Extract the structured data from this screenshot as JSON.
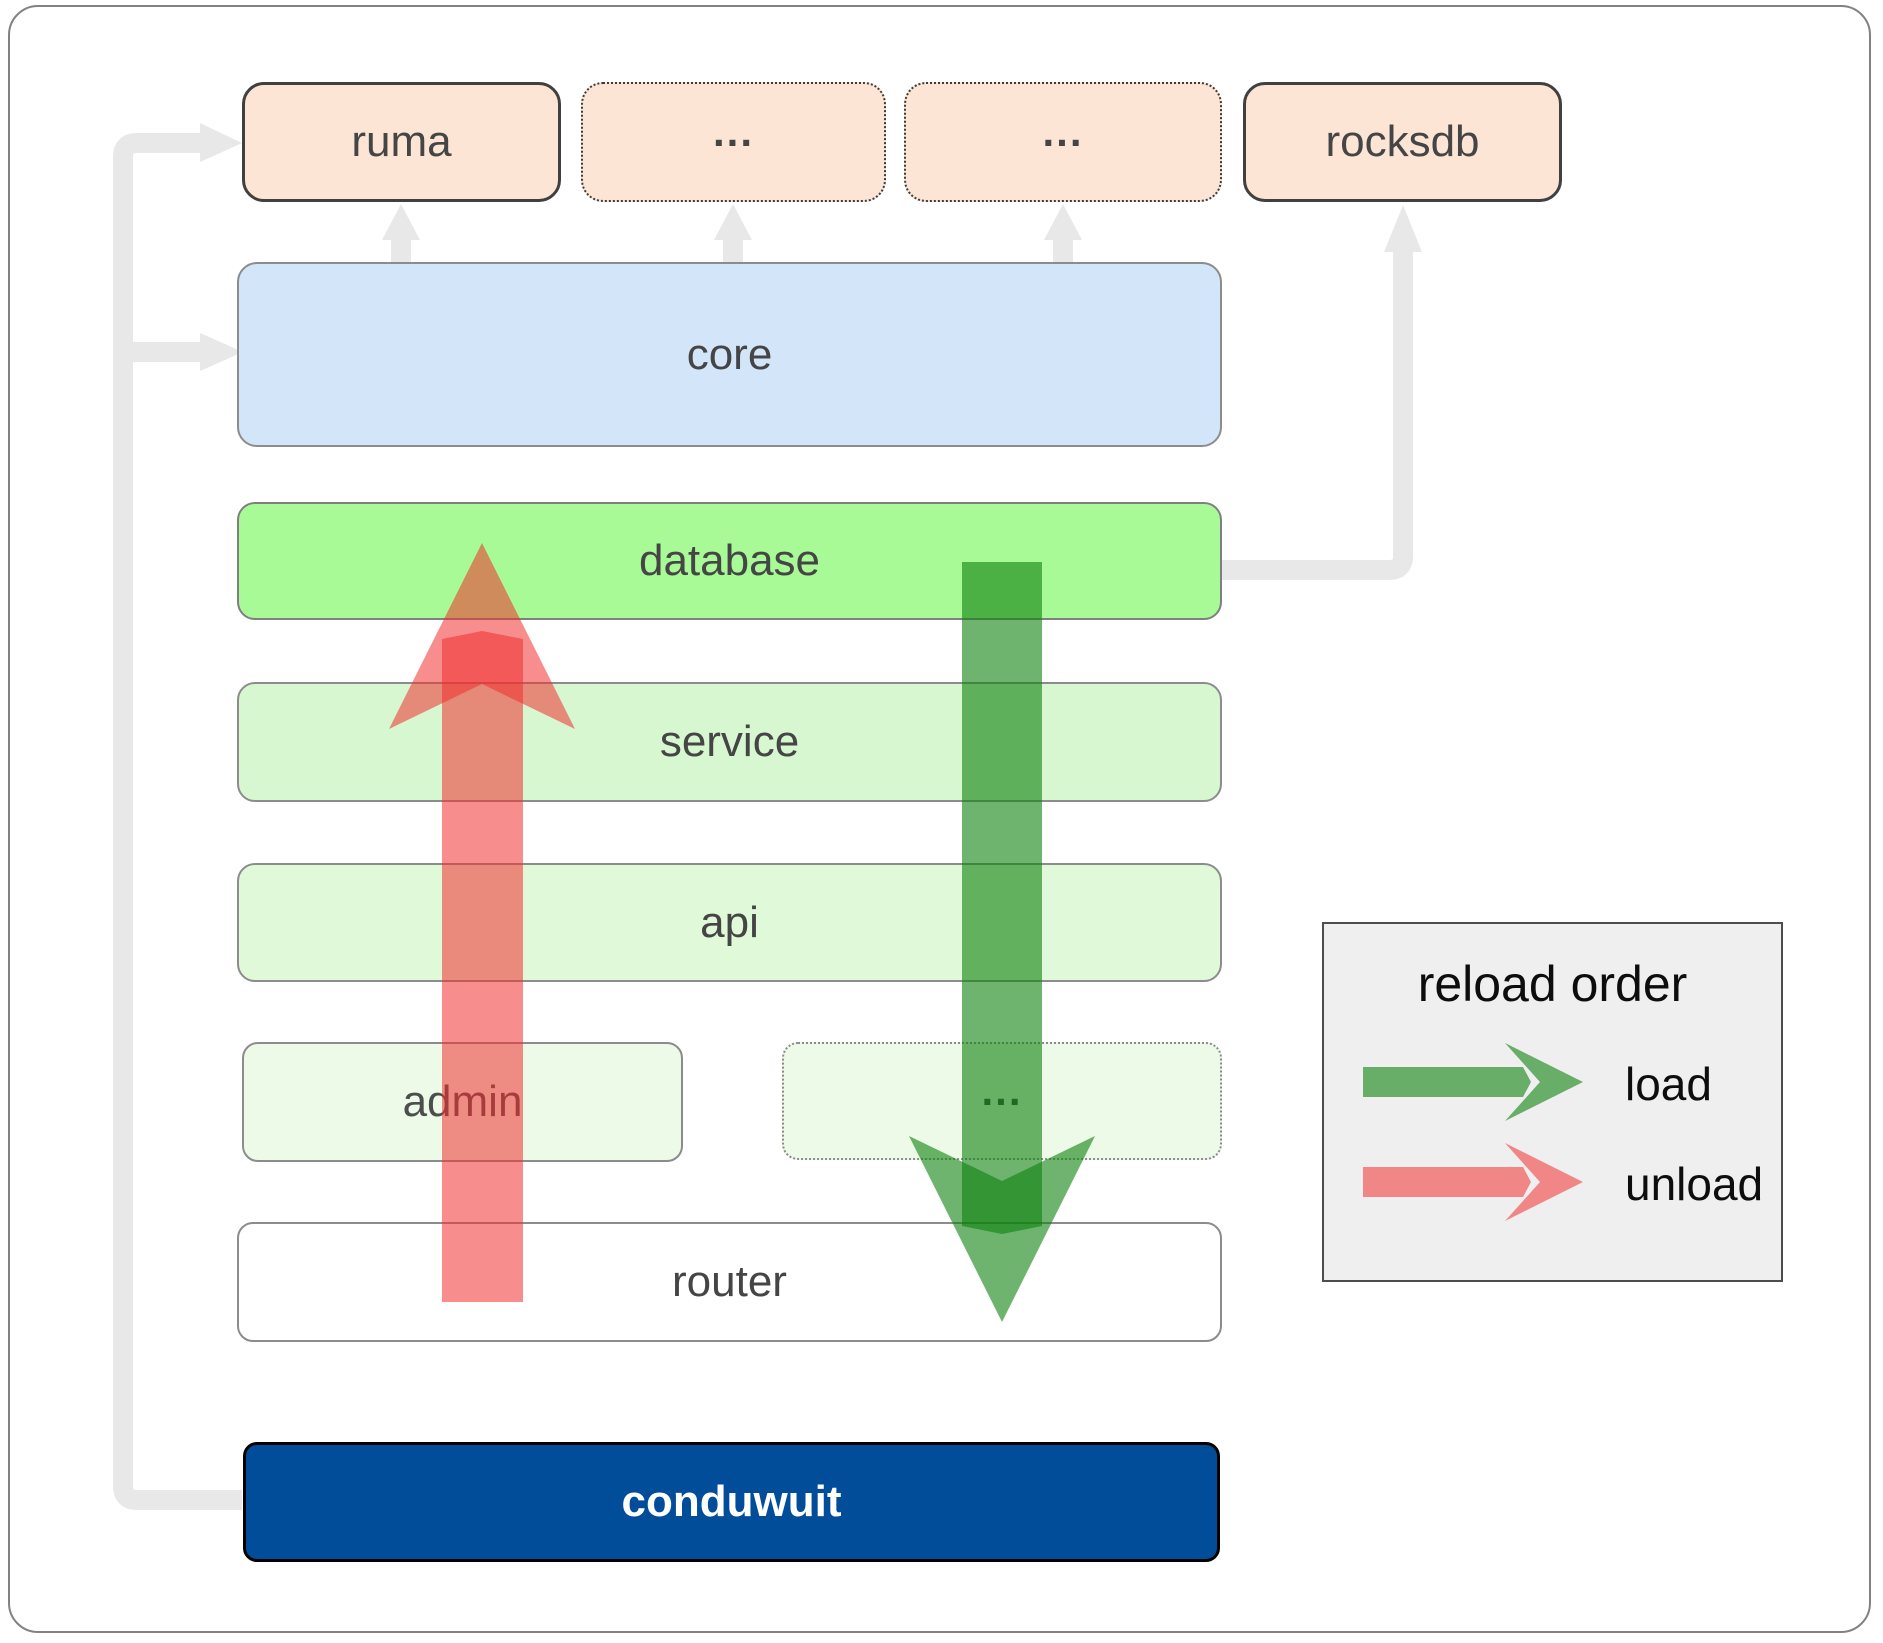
{
  "nodes": {
    "ruma": {
      "label": "ruma"
    },
    "ellipsis_top_1": {
      "label": "..."
    },
    "ellipsis_top_2": {
      "label": "..."
    },
    "rocksdb": {
      "label": "rocksdb"
    },
    "core": {
      "label": "core"
    },
    "database": {
      "label": "database"
    },
    "service": {
      "label": "service"
    },
    "api": {
      "label": "api"
    },
    "admin": {
      "label": "admin"
    },
    "ellipsis_mid": {
      "label": "..."
    },
    "router": {
      "label": "router"
    },
    "conduwuit": {
      "label": "conduwuit"
    }
  },
  "legend": {
    "title": "reload order",
    "items": [
      {
        "label": "load",
        "color": "#0e810e"
      },
      {
        "label": "unload",
        "color": "#f12f2f"
      }
    ]
  },
  "arrows": {
    "load": {
      "name": "load",
      "direction": "down",
      "from": "database",
      "to": "router",
      "color": "#0e810e"
    },
    "unload": {
      "name": "unload",
      "direction": "up",
      "from": "router",
      "to": "database",
      "color": "#f12f2f"
    }
  },
  "gray_connections": [
    {
      "from": "conduwuit",
      "to": "ruma"
    },
    {
      "from": "conduwuit",
      "to": "core"
    },
    {
      "from": "core",
      "to": "ruma"
    },
    {
      "from": "core",
      "to": "ellipsis_top_1"
    },
    {
      "from": "core",
      "to": "ellipsis_top_2"
    },
    {
      "from": "database",
      "to": "rocksdb"
    }
  ],
  "colors": {
    "peach": "#fce5d4",
    "core_blue": "#d3e6f9",
    "db_green": "#a8fa96",
    "service_green": "#d7f7d0",
    "api_green": "#dff9d9",
    "admin_green": "#ecfae7",
    "conduwuit_blue": "#014d99",
    "connector_gray": "#e8e8e8",
    "legend_bg": "#efefef",
    "load_green": "#0e810e",
    "unload_red": "#f12f2f"
  }
}
